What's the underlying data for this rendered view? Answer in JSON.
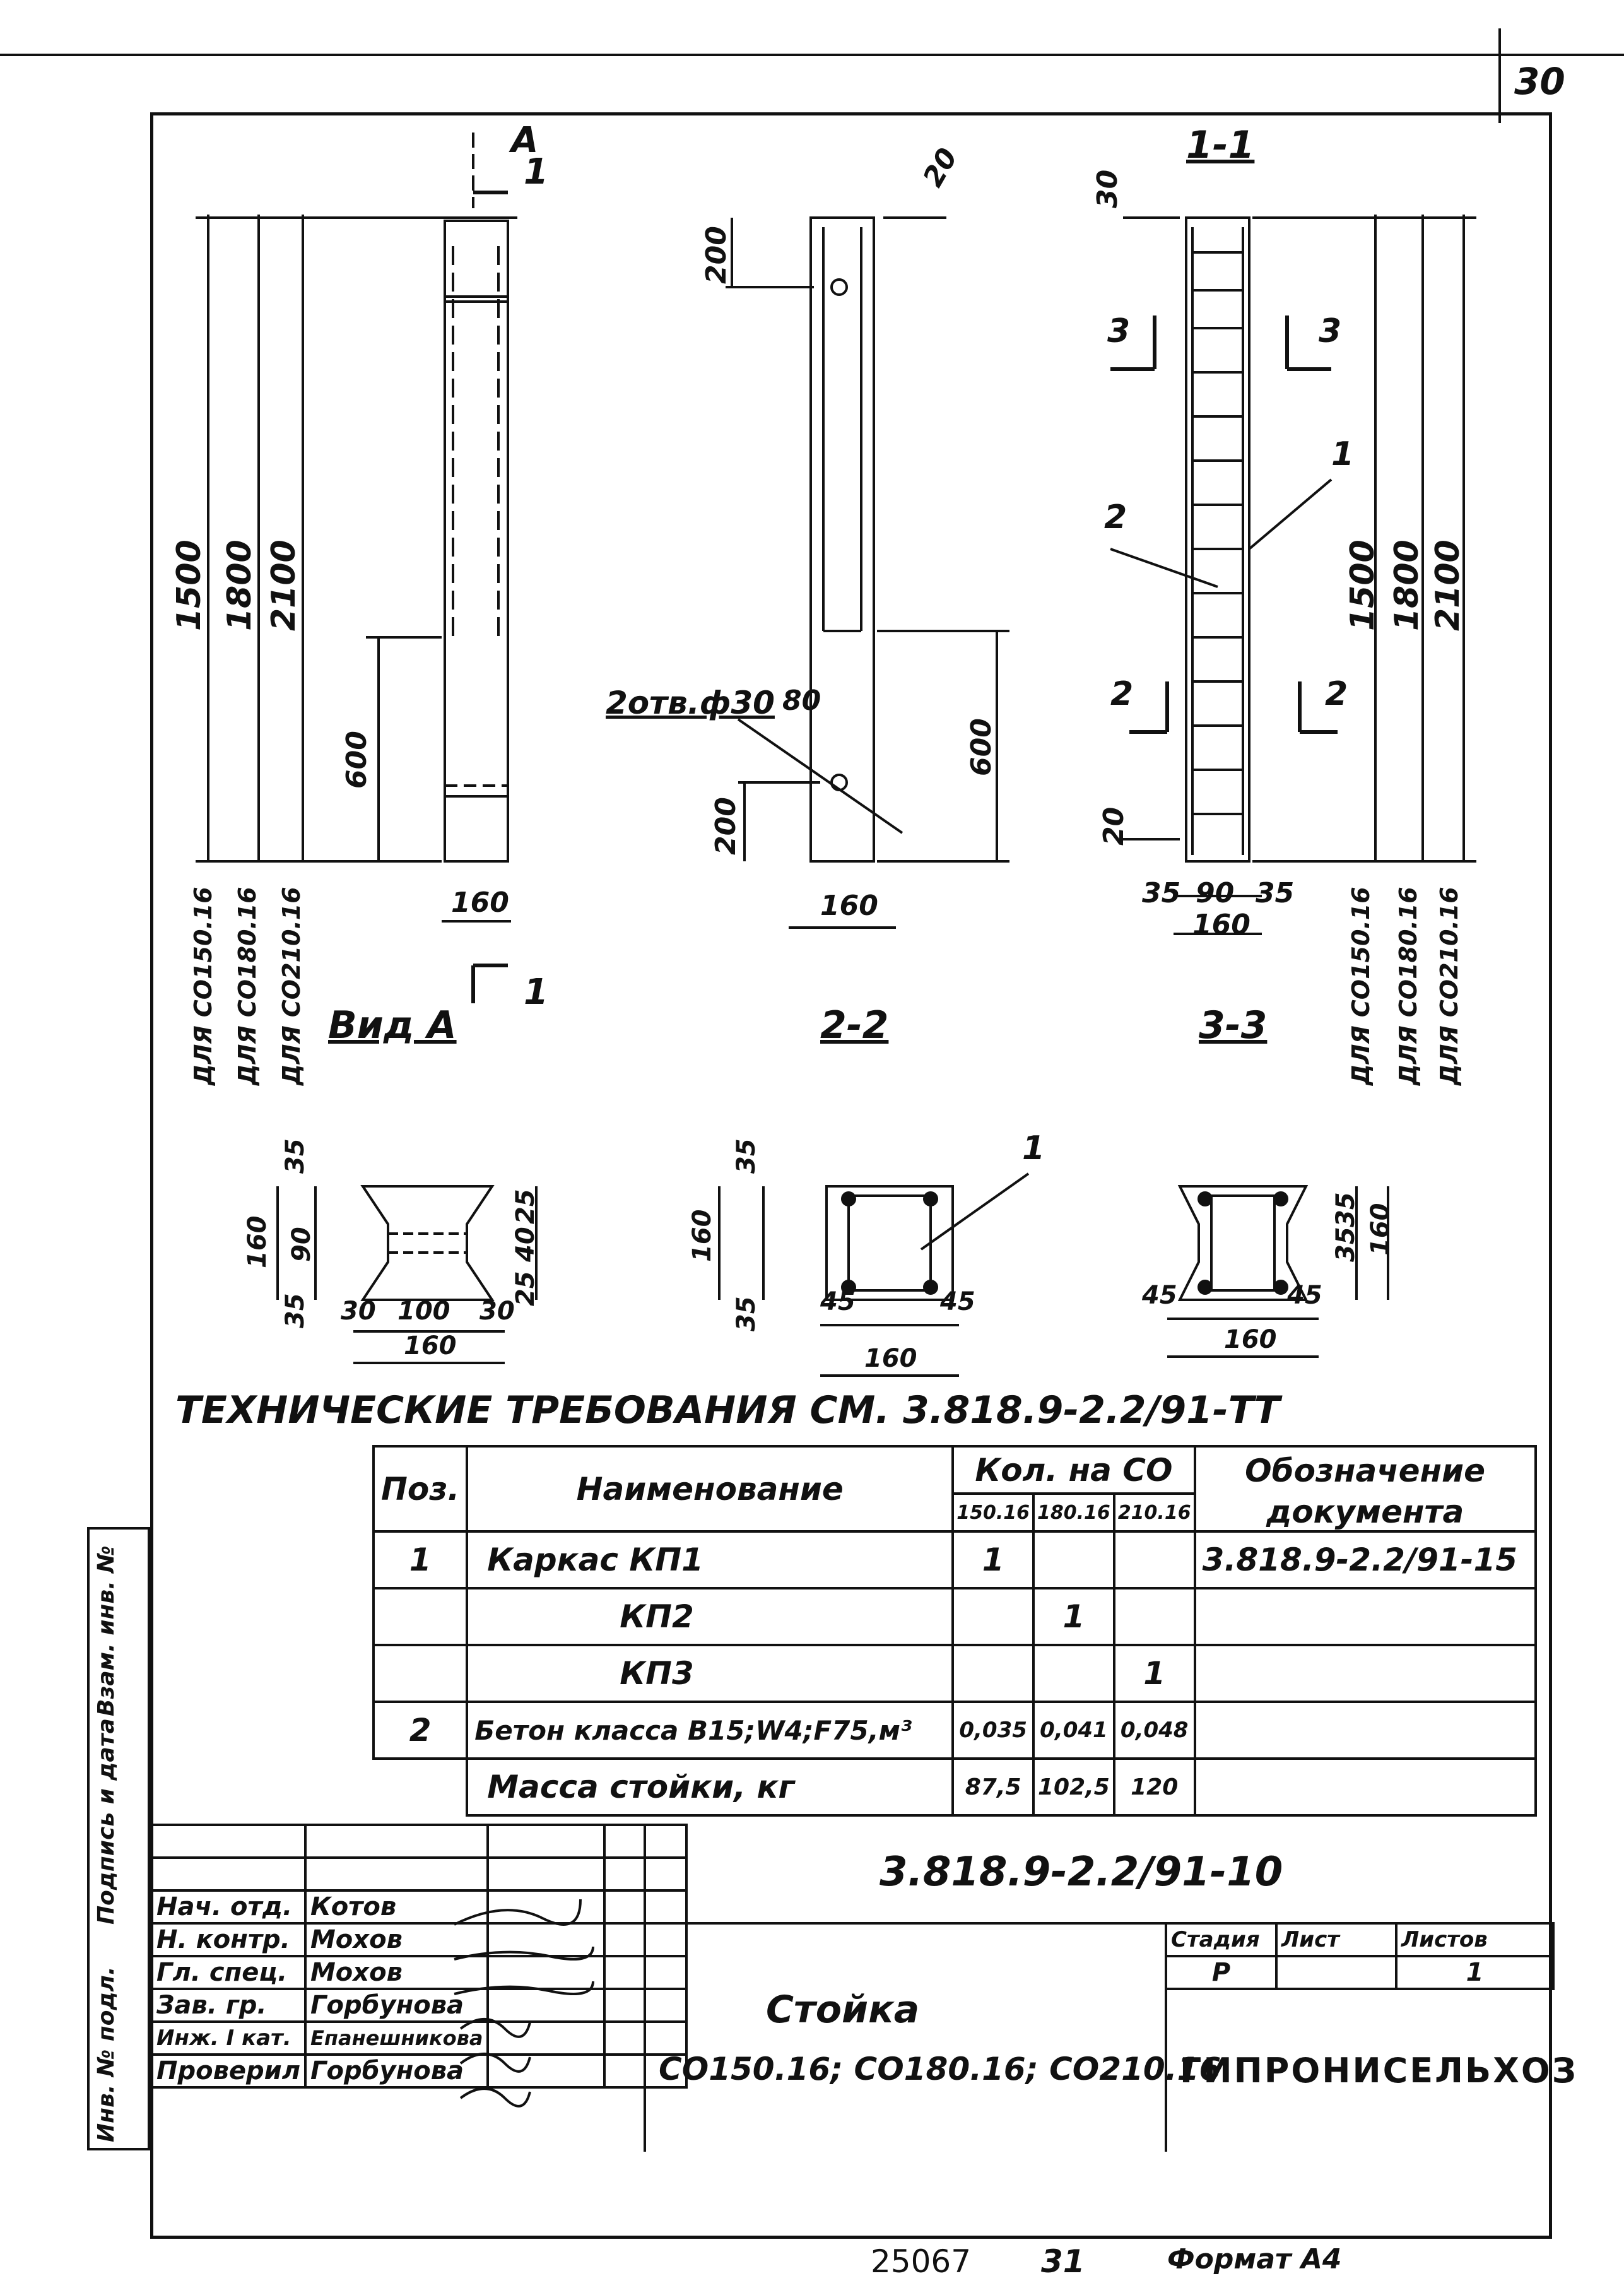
{
  "sheet_number": "30",
  "views": {
    "vid_a": {
      "title": "Вид А",
      "section_marker": "А",
      "section_num": "1",
      "dims_vertical": [
        "1500",
        "1800",
        "2100",
        "600"
      ],
      "labels_for": [
        "ДЛЯ СО150.16",
        "ДЛЯ СО180.16",
        "ДЛЯ СО210.16"
      ],
      "width": "160"
    },
    "sec_22": {
      "title": "2-2",
      "dim_top": "200",
      "dim_top_r": "20",
      "hole_note": "2отв.ф30",
      "dim_80": "80",
      "dim_600": "600",
      "dim_bottom": "200",
      "width": "160"
    },
    "sec_11": {
      "title": "1-1",
      "subtitle": "3-3",
      "dim_top": "30",
      "dim_bottom": "20",
      "dims_vertical": [
        "1500",
        "1800",
        "2100"
      ],
      "labels_for": [
        "ДЛЯ СО150.16",
        "ДЛЯ СО180.16",
        "ДЛЯ СО210.16"
      ],
      "cut_3": "3",
      "cut_2": "2",
      "pos_1": "1",
      "pos_2": "2",
      "bottom_dims": [
        "35",
        "90",
        "35"
      ],
      "width": "160"
    }
  },
  "cross_sections": {
    "a": {
      "left": [
        "35",
        "160",
        "90",
        "35"
      ],
      "right": [
        "25",
        "40",
        "25"
      ],
      "bottom": [
        "30",
        "100",
        "30"
      ],
      "total": "160"
    },
    "b": {
      "left": [
        "35",
        "160",
        "35"
      ],
      "bottom": [
        "45",
        "45"
      ],
      "total": "160",
      "pos": "1"
    },
    "c": {
      "right": [
        "35",
        "160",
        "35"
      ],
      "bottom": [
        "45",
        "45"
      ],
      "total": "160"
    }
  },
  "tech_requirements": "ТЕХНИЧЕСКИЕ ТРЕБОВАНИЯ СМ. 3.818.9-2.2/91-ТТ",
  "spec_table": {
    "headers": {
      "pos": "Поз.",
      "name": "Наименование",
      "qty": "Кол. на СО",
      "q1": "150.16",
      "q2": "180.16",
      "q3": "210.16",
      "doc": "Обозначение",
      "doc2": "документа"
    },
    "rows": [
      {
        "pos": "1",
        "name": "Каркас КП1",
        "q1": "1",
        "q2": "",
        "q3": "",
        "doc": "3.818.9-2.2/91-15"
      },
      {
        "pos": "",
        "name": "КП2",
        "q1": "",
        "q2": "1",
        "q3": "",
        "doc": ""
      },
      {
        "pos": "",
        "name": "КП3",
        "q1": "",
        "q2": "",
        "q3": "1",
        "doc": ""
      },
      {
        "pos": "2",
        "name": "Бетон класса В15;W4;F75,м³",
        "q1": "0,035",
        "q2": "0,041",
        "q3": "0,048",
        "doc": ""
      },
      {
        "pos": "",
        "name": "Масса стойки, кг",
        "q1": "87,5",
        "q2": "102,5",
        "q3": "120",
        "doc": ""
      }
    ]
  },
  "title_block": {
    "code": "3.818.9-2.2/91-10",
    "name": "Стойка",
    "subname": "СО150.16; СО180.16; СО210.16",
    "stage_h": "Стадия",
    "sheet_h": "Лист",
    "sheets_h": "Листов",
    "stage": "Р",
    "sheet": "",
    "sheets": "1",
    "org": "ГИПРОНИСЕЛЬХОЗ",
    "people": [
      {
        "role": "Нач. отд.",
        "name": "Котов"
      },
      {
        "role": "Н. контр.",
        "name": "Мохов"
      },
      {
        "role": "Гл. спец.",
        "name": "Мохов"
      },
      {
        "role": "Зав. гр.",
        "name": "Горбунова"
      },
      {
        "role": "Инж. I кат.",
        "name": "Епанешникова"
      },
      {
        "role": "Проверил",
        "name": "Горбунова"
      }
    ]
  },
  "side_stamp": [
    "Инв. № подл.",
    "Подпись и дата",
    "Взам. инв. №"
  ],
  "footer": {
    "left": "25067",
    "mid": "31",
    "format": "Формат А4"
  }
}
